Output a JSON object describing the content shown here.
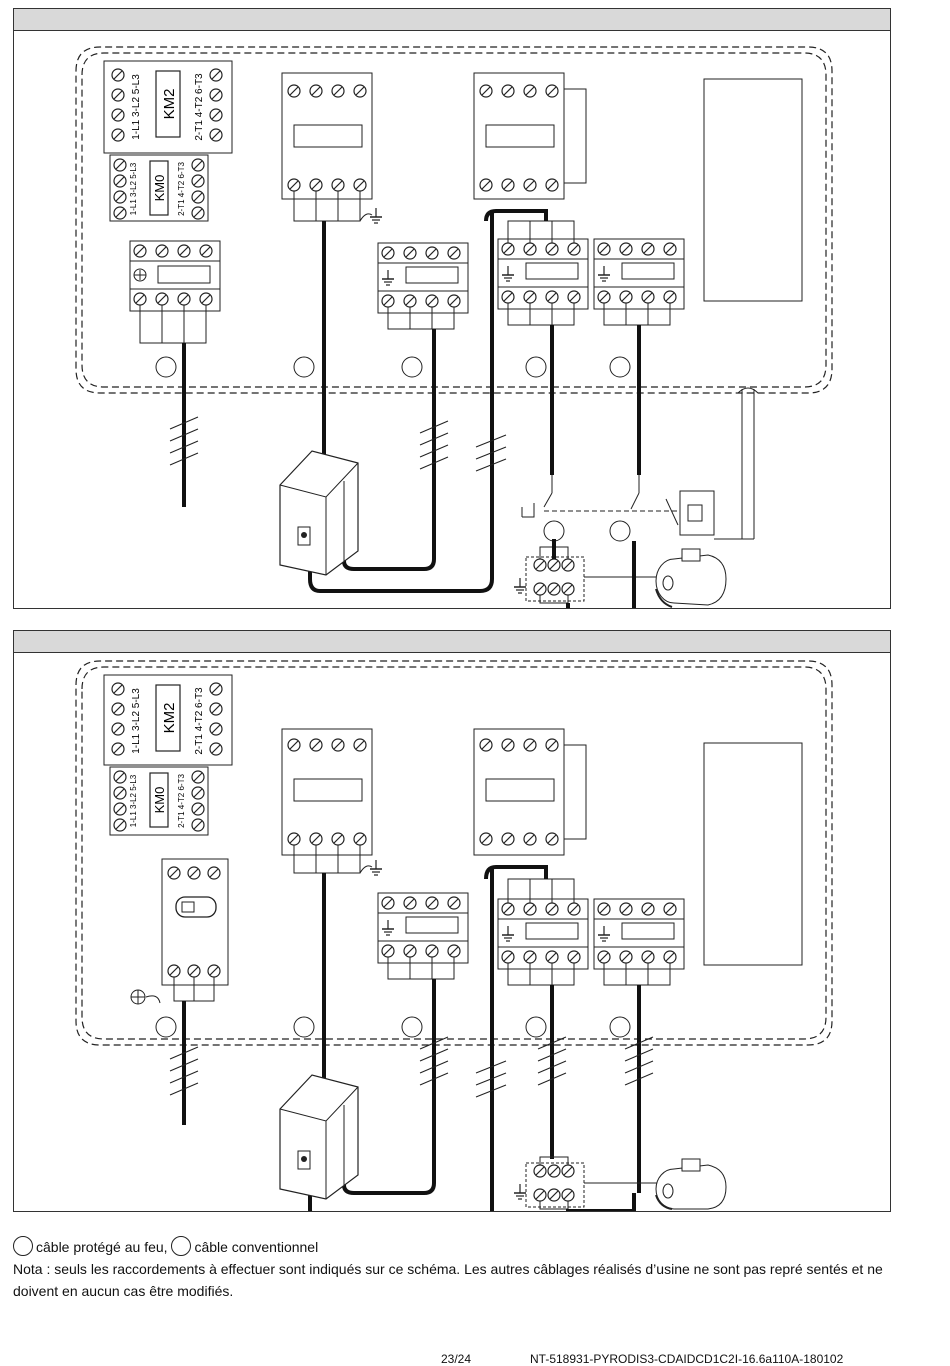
{
  "diagrams": [
    {
      "device_labels": {
        "large": "KM2",
        "small": "KM0"
      },
      "terminals_large": {
        "left": "1-L1 3-L2 5-L3",
        "right": "2-T1 4-T2 6-T3"
      },
      "terminals_small": {
        "left": "1-L1 3-L2 5-L3",
        "right": "2-T1 4-T2 6-T3"
      }
    },
    {
      "device_labels": {
        "large": "KM2",
        "small": "KM0"
      },
      "terminals_large": {
        "left": "1-L1 3-L2 5-L3",
        "right": "2-T1 4-T2 6-T3"
      },
      "terminals_small": {
        "left": "1-L1 3-L2 5-L3",
        "right": "2-T1 4-T2 6-T3"
      }
    }
  ],
  "legend": {
    "protected_label": "câble protégé au feu,",
    "conventional_label": "câble conventionnel",
    "note": "Nota : seuls les raccordements à effectuer sont indiqués sur ce schéma. Les autres câblages réalisés d’usine ne sont pas repré sentés et ne doivent en aucun cas être modifiés."
  },
  "footer": {
    "page": "23/24",
    "reference": "NT-518931-PYRODIS3-CDAIDCD1C2I-16.6a110A-180102"
  }
}
